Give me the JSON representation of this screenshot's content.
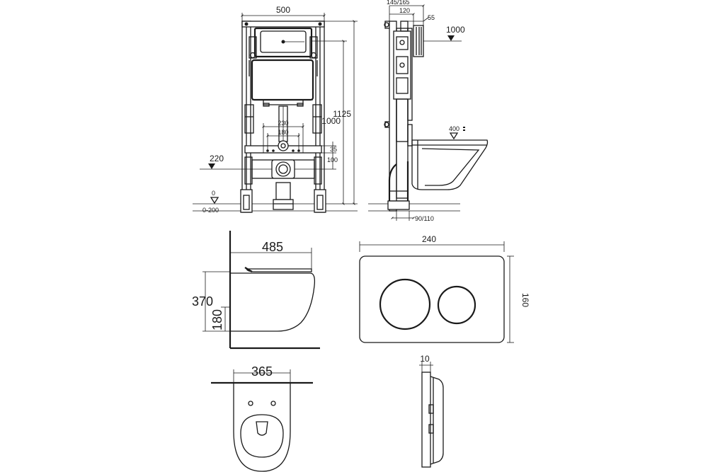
{
  "frame_view": {
    "width": "500",
    "height_total": "1125",
    "height_frame": "1000",
    "flush_spacing": "230",
    "inlet_spacing": "180",
    "offset_small": "35",
    "offset_drain": "100",
    "level_drain": "220",
    "level_floor": "0",
    "level_adjust": "0-200"
  },
  "side_view": {
    "depth_total": "145/165",
    "depth_frame": "120",
    "depth_rear": "55",
    "level_button": "1000",
    "level_bowl": "400",
    "depth_foot": "90/110"
  },
  "bowl_side": {
    "length": "485",
    "height_total": "370",
    "height_low": "180"
  },
  "bowl_top": {
    "width": "365"
  },
  "plate_front": {
    "width": "240",
    "height": "160"
  },
  "plate_side": {
    "thickness": "10"
  }
}
